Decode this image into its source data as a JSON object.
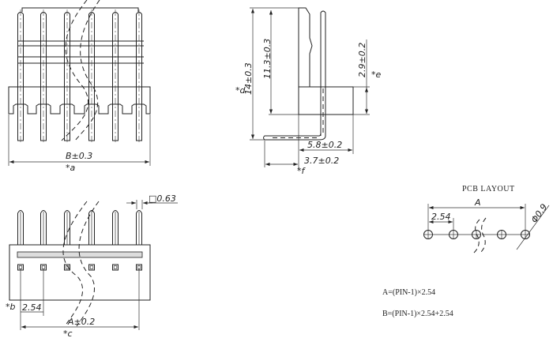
{
  "front_view": {
    "dimension_b": "B±0.3",
    "marker_a": "*a"
  },
  "side_view": {
    "dimension_total_height": "14±0.3",
    "dimension_pin_height": "11.3±0.3",
    "dimension_body_height": "2.9±0.2",
    "dimension_body_depth": "5.8±0.2",
    "dimension_pin_offset": "3.7±0.2",
    "marker_d": "*d",
    "marker_e": "*e",
    "marker_f": "*f"
  },
  "top_view": {
    "dimension_pin_size": "□0.63",
    "dimension_pitch": "2.54",
    "dimension_a": "A±0.2",
    "marker_b": "*b",
    "marker_c": "*c"
  },
  "pcb_layout": {
    "title": "PCB LAYOUT",
    "dimension_a": "A",
    "dimension_pitch": "2.54",
    "dimension_hole": "Φ0.9"
  },
  "formulas": {
    "a": "A=(PIN-1)×2.54",
    "b": "B=(PIN-1)×2.54+2.54"
  }
}
